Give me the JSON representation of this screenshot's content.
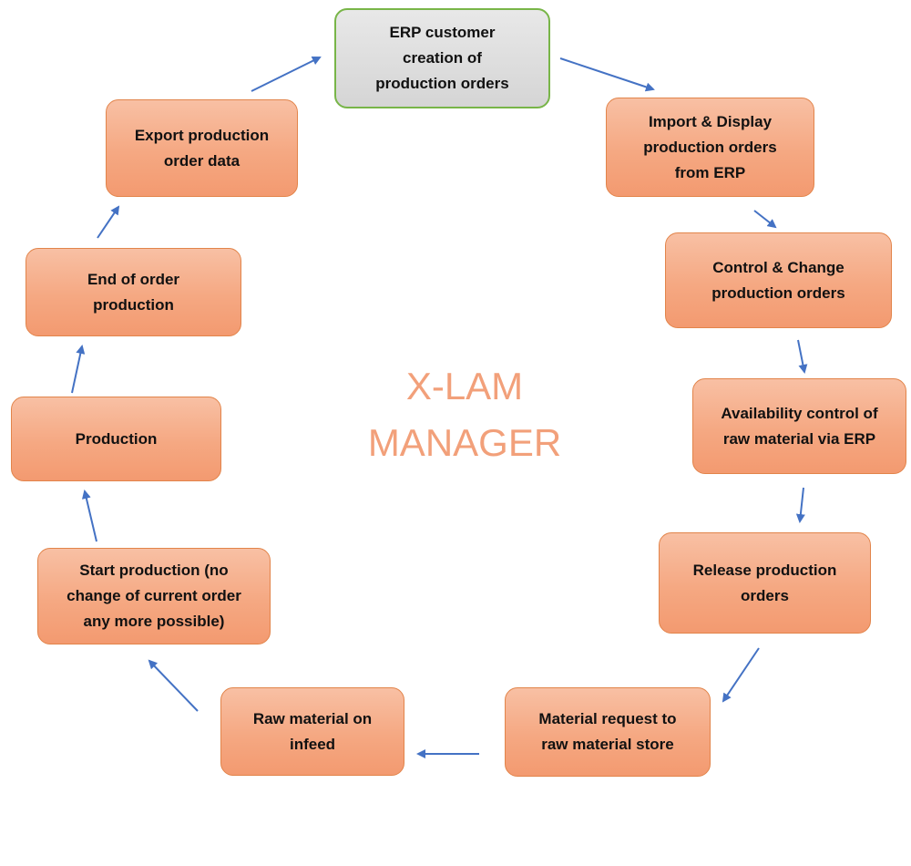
{
  "center_title": {
    "line1": "X-LAM",
    "line2": "MANAGER"
  },
  "colors": {
    "box_fill": "#f5a882",
    "box_border": "#e2844a",
    "start_fill": "#d9d9d9",
    "start_border": "#78b548",
    "arrow": "#4472c4",
    "center_text": "#f2a07a"
  },
  "nodes": [
    {
      "id": "erp-creation",
      "label": "ERP customer\ncreation of\nproduction orders",
      "start": true
    },
    {
      "id": "import-display",
      "label": "Import & Display\nproduction orders\nfrom ERP"
    },
    {
      "id": "control-change",
      "label": "Control & Change\nproduction orders"
    },
    {
      "id": "availability-control",
      "label": "Availability control of\nraw material via ERP"
    },
    {
      "id": "release-orders",
      "label": "Release production\norders"
    },
    {
      "id": "material-request",
      "label": "Material request to\nraw material store"
    },
    {
      "id": "raw-material-infeed",
      "label": "Raw material on\ninfeed"
    },
    {
      "id": "start-production",
      "label": "Start production (no\nchange of current order\nany more possible)"
    },
    {
      "id": "production",
      "label": "Production"
    },
    {
      "id": "end-order-production",
      "label": "End of order\nproduction"
    },
    {
      "id": "export-data",
      "label": "Export production\norder data"
    }
  ]
}
